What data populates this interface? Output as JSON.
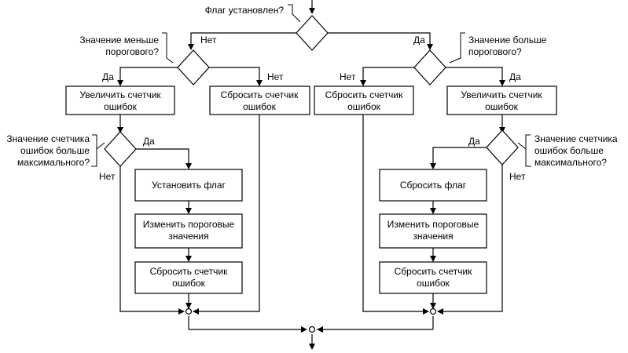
{
  "condition": {
    "flag_set": "Флаг установлен?",
    "less_than_threshold": [
      "Значение меньше",
      "порогового?"
    ],
    "greater_than_threshold": [
      "Значение больше",
      "порогового?"
    ],
    "counter_above_max_left": [
      "Значение счетчика",
      "ошибок больше",
      "максимального?"
    ],
    "counter_above_max_right": [
      "Значение счетчика",
      "ошибок больше",
      "максимального?"
    ]
  },
  "labels": {
    "yes": "Да",
    "no": "Нет"
  },
  "steps": {
    "increment_counter": [
      "Увеличить счетчик",
      "ошибок"
    ],
    "reset_counter": [
      "Сбросить счетчик",
      "ошибок"
    ],
    "set_flag": "Установить флаг",
    "reset_flag": "Сбросить флаг",
    "change_thresholds": [
      "Изменить пороговые",
      "значения"
    ]
  }
}
